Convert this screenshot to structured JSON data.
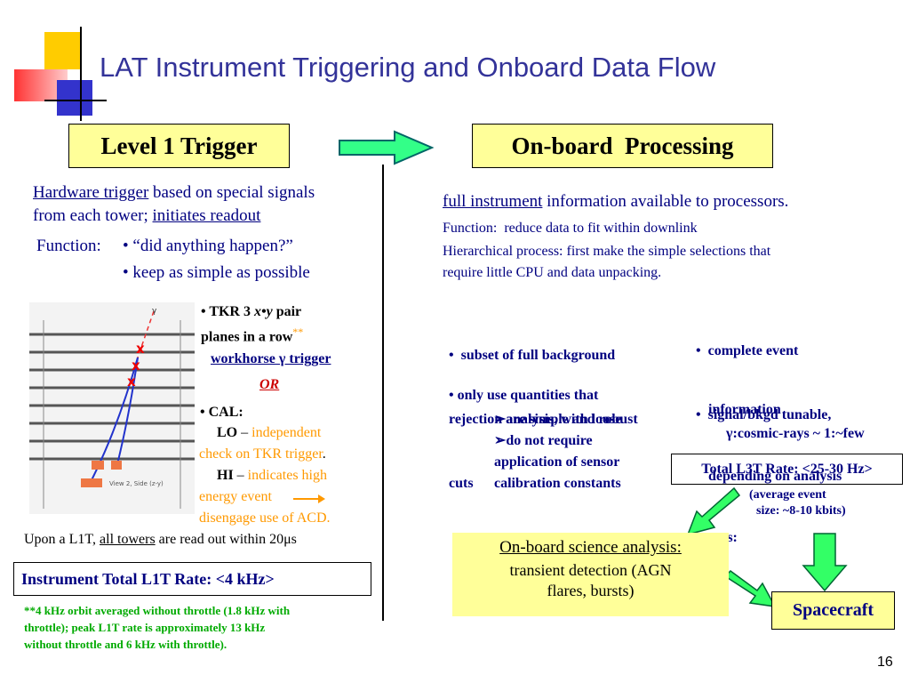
{
  "title": "LAT Instrument Triggering and Onboard Data Flow",
  "page_number": "16",
  "colors": {
    "title_text": "#333399",
    "box_fill": "#ffff99",
    "arrow_green": "#33ff66",
    "arrow_teal": "#00cc99",
    "accent_orange": "#ff9900",
    "navy": "#000080"
  },
  "left": {
    "header": "Level 1 Trigger",
    "hw_trigger": "Hardware trigger",
    "hw_rest": " based on special signals",
    "tower_line": "from each tower; ",
    "initiates": "initiates readout",
    "function_label": "Function:",
    "bullet1": "• “did anything happen?”",
    "bullet2": "• keep as simple as possible",
    "tkr_a": "• TKR 3 ",
    "tkr_xy": "x•y",
    "tkr_b": " pair",
    "planes": "planes in a row",
    "stars": "**",
    "workhorse": "workhorse γ trigger",
    "or": "OR",
    "cal": "• CAL:",
    "lo": "LO",
    "dash": " – ",
    "lo_text1": "independent",
    "lo_text2": "check on TKR trigger",
    "period": ".",
    "hi": "HI",
    "hi_text1": "indicates high",
    "hi_text2": "energy event",
    "hi_text3": "disengage use of ACD.",
    "diagram_gamma": "γ",
    "diagram_view": "View 2, Side (z-y)",
    "readout_a": "Upon a L1T, ",
    "readout_all": "all towers",
    "readout_b": " are read out within 20μs",
    "l1t_rate": "Instrument Total L1T Rate: <4 kHz>",
    "footnote1": "**4 kHz orbit averaged without throttle (1.8 kHz with",
    "footnote2": "throttle); peak L1T rate is approximately 13 kHz",
    "footnote3": "without throttle and 6 kHz with throttle)."
  },
  "right": {
    "header": "On-board  Processing",
    "full_instrument": "full instrument",
    "full_rest": " information available to processors.",
    "function": "Function:  reduce data to fit within downlink",
    "hier1": "Hierarchical process: first make the simple selections that",
    "hier2": "require little CPU and data unpacking.",
    "b1_l1": "•  subset of full background",
    "b1_l2": "rejection analysis, with loose",
    "b1_l3": "cuts",
    "b2_l1": "• only use quantities that",
    "b2_s1": "➢are simple and robust",
    "b2_s2a": "➢do not require",
    "b2_s2b": "application of sensor",
    "b2_s2c": "calibration constants",
    "c1_l1": "•  complete event",
    "c1_l2": "information",
    "c2_l1": "•  signal/bkgd tunable,",
    "c2_l2": "depending on analysis",
    "c2_l3": "cuts:",
    "c2_ratio": "γ:cosmic-rays ~ 1:~few",
    "l3t_rate": "Total L3T Rate: <25-30 Hz>",
    "avg1": "(average event",
    "avg2": "size: ~8-10 kbits)",
    "science_title": "On-board science analysis:",
    "science_l1": "transient detection (AGN",
    "science_l2": "flares, bursts)",
    "spacecraft": "Spacecraft"
  }
}
